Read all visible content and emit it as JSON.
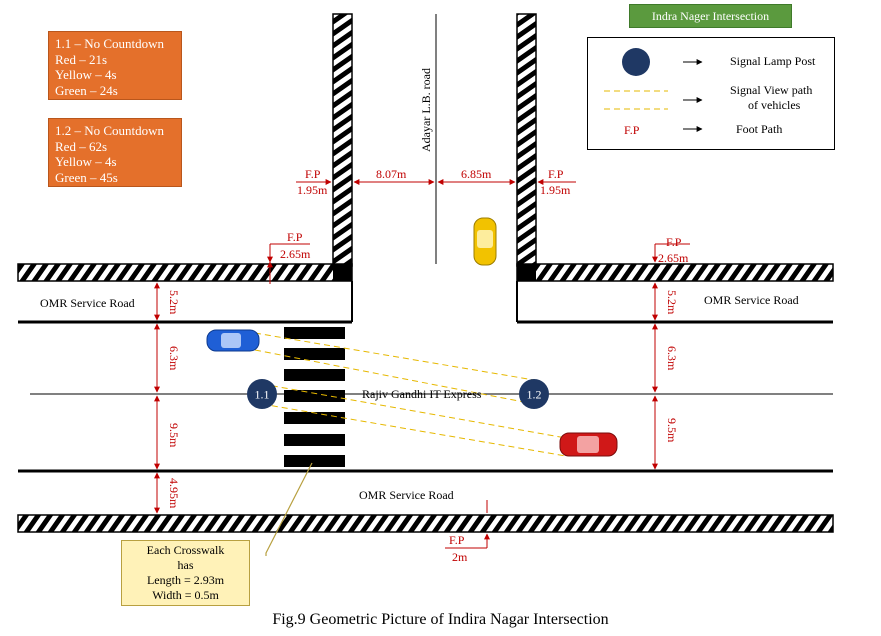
{
  "title_badge": "Indra Nager Intersection",
  "caption": "Fig.9 Geometric Picture of Indira Nagar Intersection",
  "signal_1_1": {
    "lines": [
      "1.1 – No Countdown",
      "Red – 21s",
      "Yellow – 4s",
      "Green – 24s"
    ]
  },
  "signal_1_2": {
    "lines": [
      "1.2 – No Countdown",
      "Red – 62s",
      "Yellow – 4s",
      "Green – 45s"
    ]
  },
  "legend": {
    "lamp_label": "Signal Lamp Post",
    "view_path_label": "Signal View path",
    "view_path_label2": "of vehicles",
    "fp_symbol": "F.P",
    "fp_label": "Foot Path"
  },
  "roads": {
    "adayar": "Adayar L.B. road",
    "omr_left": "OMR Service Road",
    "omr_right": "OMR Service Road",
    "omr_bottom": "OMR Service Road",
    "rajiv": "Rajiv Gandhi IT Express"
  },
  "dimensions": {
    "fp_top_left_label": "F.P",
    "fp_top_left_value": "1.95m",
    "fp_top_right_label": "F.P",
    "fp_top_right_value": "1.95m",
    "lane_left": "8.07m",
    "lane_right": "6.85m",
    "fp_mid_left_label": "F.P",
    "fp_mid_left_value": "2.65m",
    "fp_mid_right_label": "F.P",
    "fp_mid_right_value": "2.65m",
    "service_left": "5.2m",
    "service_right": "5.2m",
    "lane1_left": "6.3m",
    "lane1_right": "6.3m",
    "lane2_left": "9.5m",
    "lane2_right": "9.5m",
    "service_bottom": "4.95m",
    "fp_bottom_label": "F.P",
    "fp_bottom_value": "2m"
  },
  "signals": {
    "s1": "1.1",
    "s2": "1.2"
  },
  "crosswalk_note": {
    "lines": [
      "Each Crosswalk",
      "has",
      "Length = 2.93m",
      "Width = 0.5m"
    ]
  },
  "colors": {
    "dimension": "#c00000",
    "view_path": "#e6b800",
    "signal": "#1f3864",
    "orange": "#e4702b",
    "green": "#5b9a3e",
    "callout_fill": "#fff2b8"
  }
}
